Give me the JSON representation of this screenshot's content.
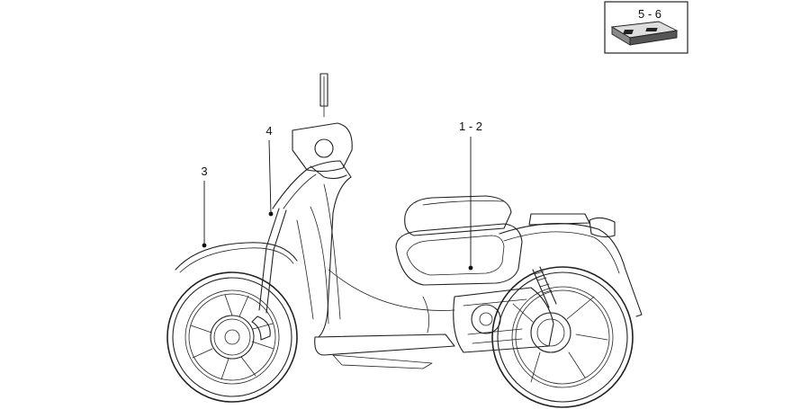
{
  "callouts": [
    {
      "id": "label-1-2",
      "text": "1 - 2"
    },
    {
      "id": "label-3",
      "text": "3"
    },
    {
      "id": "label-4",
      "text": "4"
    }
  ],
  "kit_box": {
    "label": "5 - 6",
    "icon": "decal-kit-icon"
  },
  "colors": {
    "line": "#222222",
    "background": "#ffffff"
  }
}
